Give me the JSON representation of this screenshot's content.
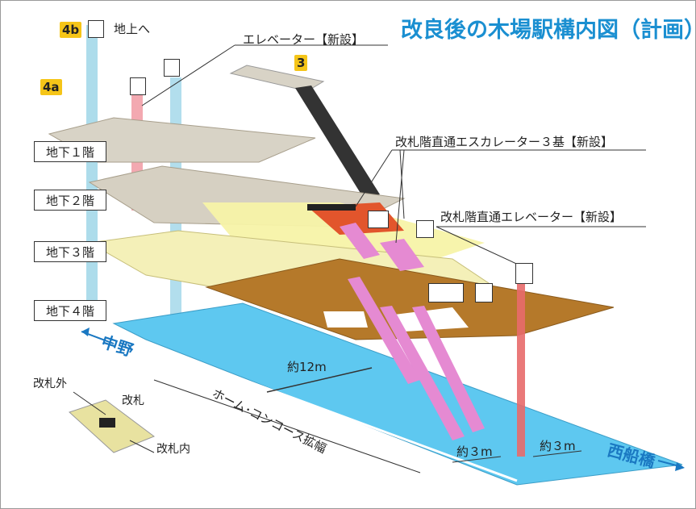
{
  "title": "改良後の木場駅構内図（計画）",
  "floors": [
    "地下１階",
    "地下２階",
    "地下３階",
    "地下４階"
  ],
  "callouts": {
    "elevator_new": "エレベーター【新設】",
    "escalator_direct": "改札階直通エスカレーター３基【新設】",
    "elevator_direct": "改札階直通エレベーター【新設】",
    "to_ground": "地上へ"
  },
  "exits": [
    "4b",
    "4a",
    "3"
  ],
  "directions": {
    "west": "中野",
    "east": "西船橋"
  },
  "dimensions": {
    "platform_width": "約12m",
    "widen_left": "約３m",
    "widen_right": "約３m",
    "expansion_label": "ホーム･コンコース拡幅"
  },
  "legend": {
    "outside": "改札外",
    "gate": "改札",
    "inside": "改札内"
  },
  "colors": {
    "title": "#1a8fd1",
    "direction": "#1a78c2",
    "concourse_outside": "#d6d0c2",
    "concourse_inside": "#f5f2b0",
    "mezzanine": "#b5792a",
    "platform": "#5ec8f0",
    "escalator": "#e58ad2",
    "badge": "#f5c518"
  },
  "icons": [
    "elevator-icon",
    "toilet-icon",
    "accessible-icon",
    "restroom-icon",
    "wheelchair-icon"
  ]
}
